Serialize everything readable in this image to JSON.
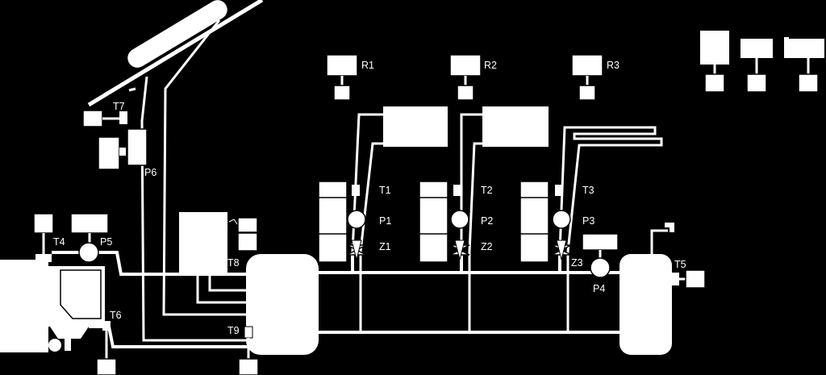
{
  "diagram": {
    "background": "#000000",
    "line_color": "#ffffff",
    "labels": {
      "r1": "R1",
      "r2": "R2",
      "r3": "R3",
      "t1": "T1",
      "t2": "T2",
      "t3": "T3",
      "t4": "T4",
      "t5": "T5",
      "t6": "T6",
      "t7": "T7",
      "t8": "T8",
      "t9": "T9",
      "p1": "P1",
      "p2": "P2",
      "p3": "P3",
      "p4": "P4",
      "p5": "P5",
      "p6": "P6",
      "z1": "Z1",
      "z2": "Z2",
      "z3": "Z3"
    },
    "components": [
      "solar-collector",
      "boiler",
      "pellet-hopper",
      "buffer-tank",
      "hot-water-tank",
      "radiator-1",
      "radiator-2",
      "floor-heating-loop",
      "controller",
      "tap"
    ]
  }
}
